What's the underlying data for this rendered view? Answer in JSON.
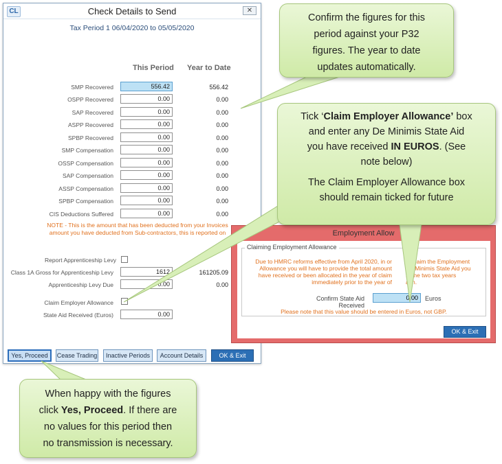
{
  "dialog": {
    "app_icon": "CL",
    "title": "Check Details to Send",
    "close_glyph": "✕",
    "tax_period": "Tax Period 1 06/04/2020 to 05/05/2020",
    "col_this_period": "This Period",
    "col_year_to_date": "Year to Date",
    "rows": [
      {
        "label": "SMP Recovered",
        "value": "556.42",
        "ytd": "556.42"
      },
      {
        "label": "OSPP Recovered",
        "value": "0.00",
        "ytd": "0.00"
      },
      {
        "label": "SAP Recovered",
        "value": "0.00",
        "ytd": "0.00"
      },
      {
        "label": "ASPP Recovered",
        "value": "0.00",
        "ytd": "0.00"
      },
      {
        "label": "SPBP Recovered",
        "value": "0.00",
        "ytd": "0.00"
      },
      {
        "label": "SMP Compensation",
        "value": "0.00",
        "ytd": "0.00"
      },
      {
        "label": "OSSP Compensation",
        "value": "0.00",
        "ytd": "0.00"
      },
      {
        "label": "SAP Compensation",
        "value": "0.00",
        "ytd": "0.00"
      },
      {
        "label": "ASSP Compensation",
        "value": "0.00",
        "ytd": "0.00"
      },
      {
        "label": "SPBP Compensation",
        "value": "0.00",
        "ytd": "0.00"
      },
      {
        "label": "CIS Deductions Suffered",
        "value": "0.00",
        "ytd": "0.00"
      }
    ],
    "note_line1": "NOTE - This is the amount that has been deducted from your Invoices",
    "note_line2": "amount you have deducted from Sub-contractors, this is reported on",
    "report_levy_label": "Report Apprenticeship Levy",
    "class1a_label": "Class 1A Gross for Apprenticeship Levy",
    "class1a_value": "1612",
    "class1a_ytd": "161205.09",
    "levy_due_label": "Apprenticeship Levy Due",
    "levy_due_value": "0.00",
    "levy_due_ytd": "0.00",
    "claim_allowance_label": "Claim Employer Allowance",
    "state_aid_label": "State Aid Received (Euros)",
    "state_aid_value": "0.00",
    "buttons": {
      "yes_proceed": "Yes, Proceed",
      "cease_trading": "Cease Trading",
      "inactive_periods": "Inactive Periods",
      "account_details": "Account Details",
      "ok_exit": "OK & Exit"
    }
  },
  "callouts": {
    "top": [
      "Confirm the figures for this",
      "period against your P32",
      "figures. The year to date",
      "updates automatically."
    ],
    "right_pre": "Tick ‘",
    "right_bold1": "Claim Employer Allowance’",
    "right_post1": " box",
    "right_line2": "and enter any De Minimis State Aid",
    "right_line3_pre": "you have received ",
    "right_bold2": "IN EUROS",
    "right_line3_post": ". (See",
    "right_line4": "note below)",
    "right_line5": "The Claim Employer Allowance box",
    "right_line6": "should remain ticked for future",
    "bottom_line1": "When happy with the figures",
    "bottom_line2_pre": "click ",
    "bottom_bold": "Yes, Proceed",
    "bottom_line2_post": ". If there are",
    "bottom_line3": "no values for this period then",
    "bottom_line4": "no transmission is necessary."
  },
  "employment_allowance": {
    "title": "Employment Allow",
    "group_label": "Claiming Employment Allowance",
    "info_line1": "Due to HMRC reforms effective from April 2020, in or",
    "info_line1b": "to claim the Employment",
    "info_line2": "Allowance you will have to provide the total amount",
    "info_line2b": "De Minimis State Aid you",
    "info_line3": "have received or been allocated in the year of claim",
    "info_line3b": "in the two tax years",
    "info_line4": "immediately prior to the year of",
    "info_line4b": "aim.",
    "confirm_label": "Confirm State Aid Received",
    "confirm_value": "0.00",
    "currency_label": "Euros",
    "warning": "Please note that this value should be entered in Euros, not GBP.",
    "ok_exit": "OK & Exit"
  },
  "colors": {
    "callout_fill": "#d8efb8",
    "note_orange": "#e0701d",
    "allowance_red": "#e46b6b",
    "button_blue": "#2c6fb5"
  }
}
